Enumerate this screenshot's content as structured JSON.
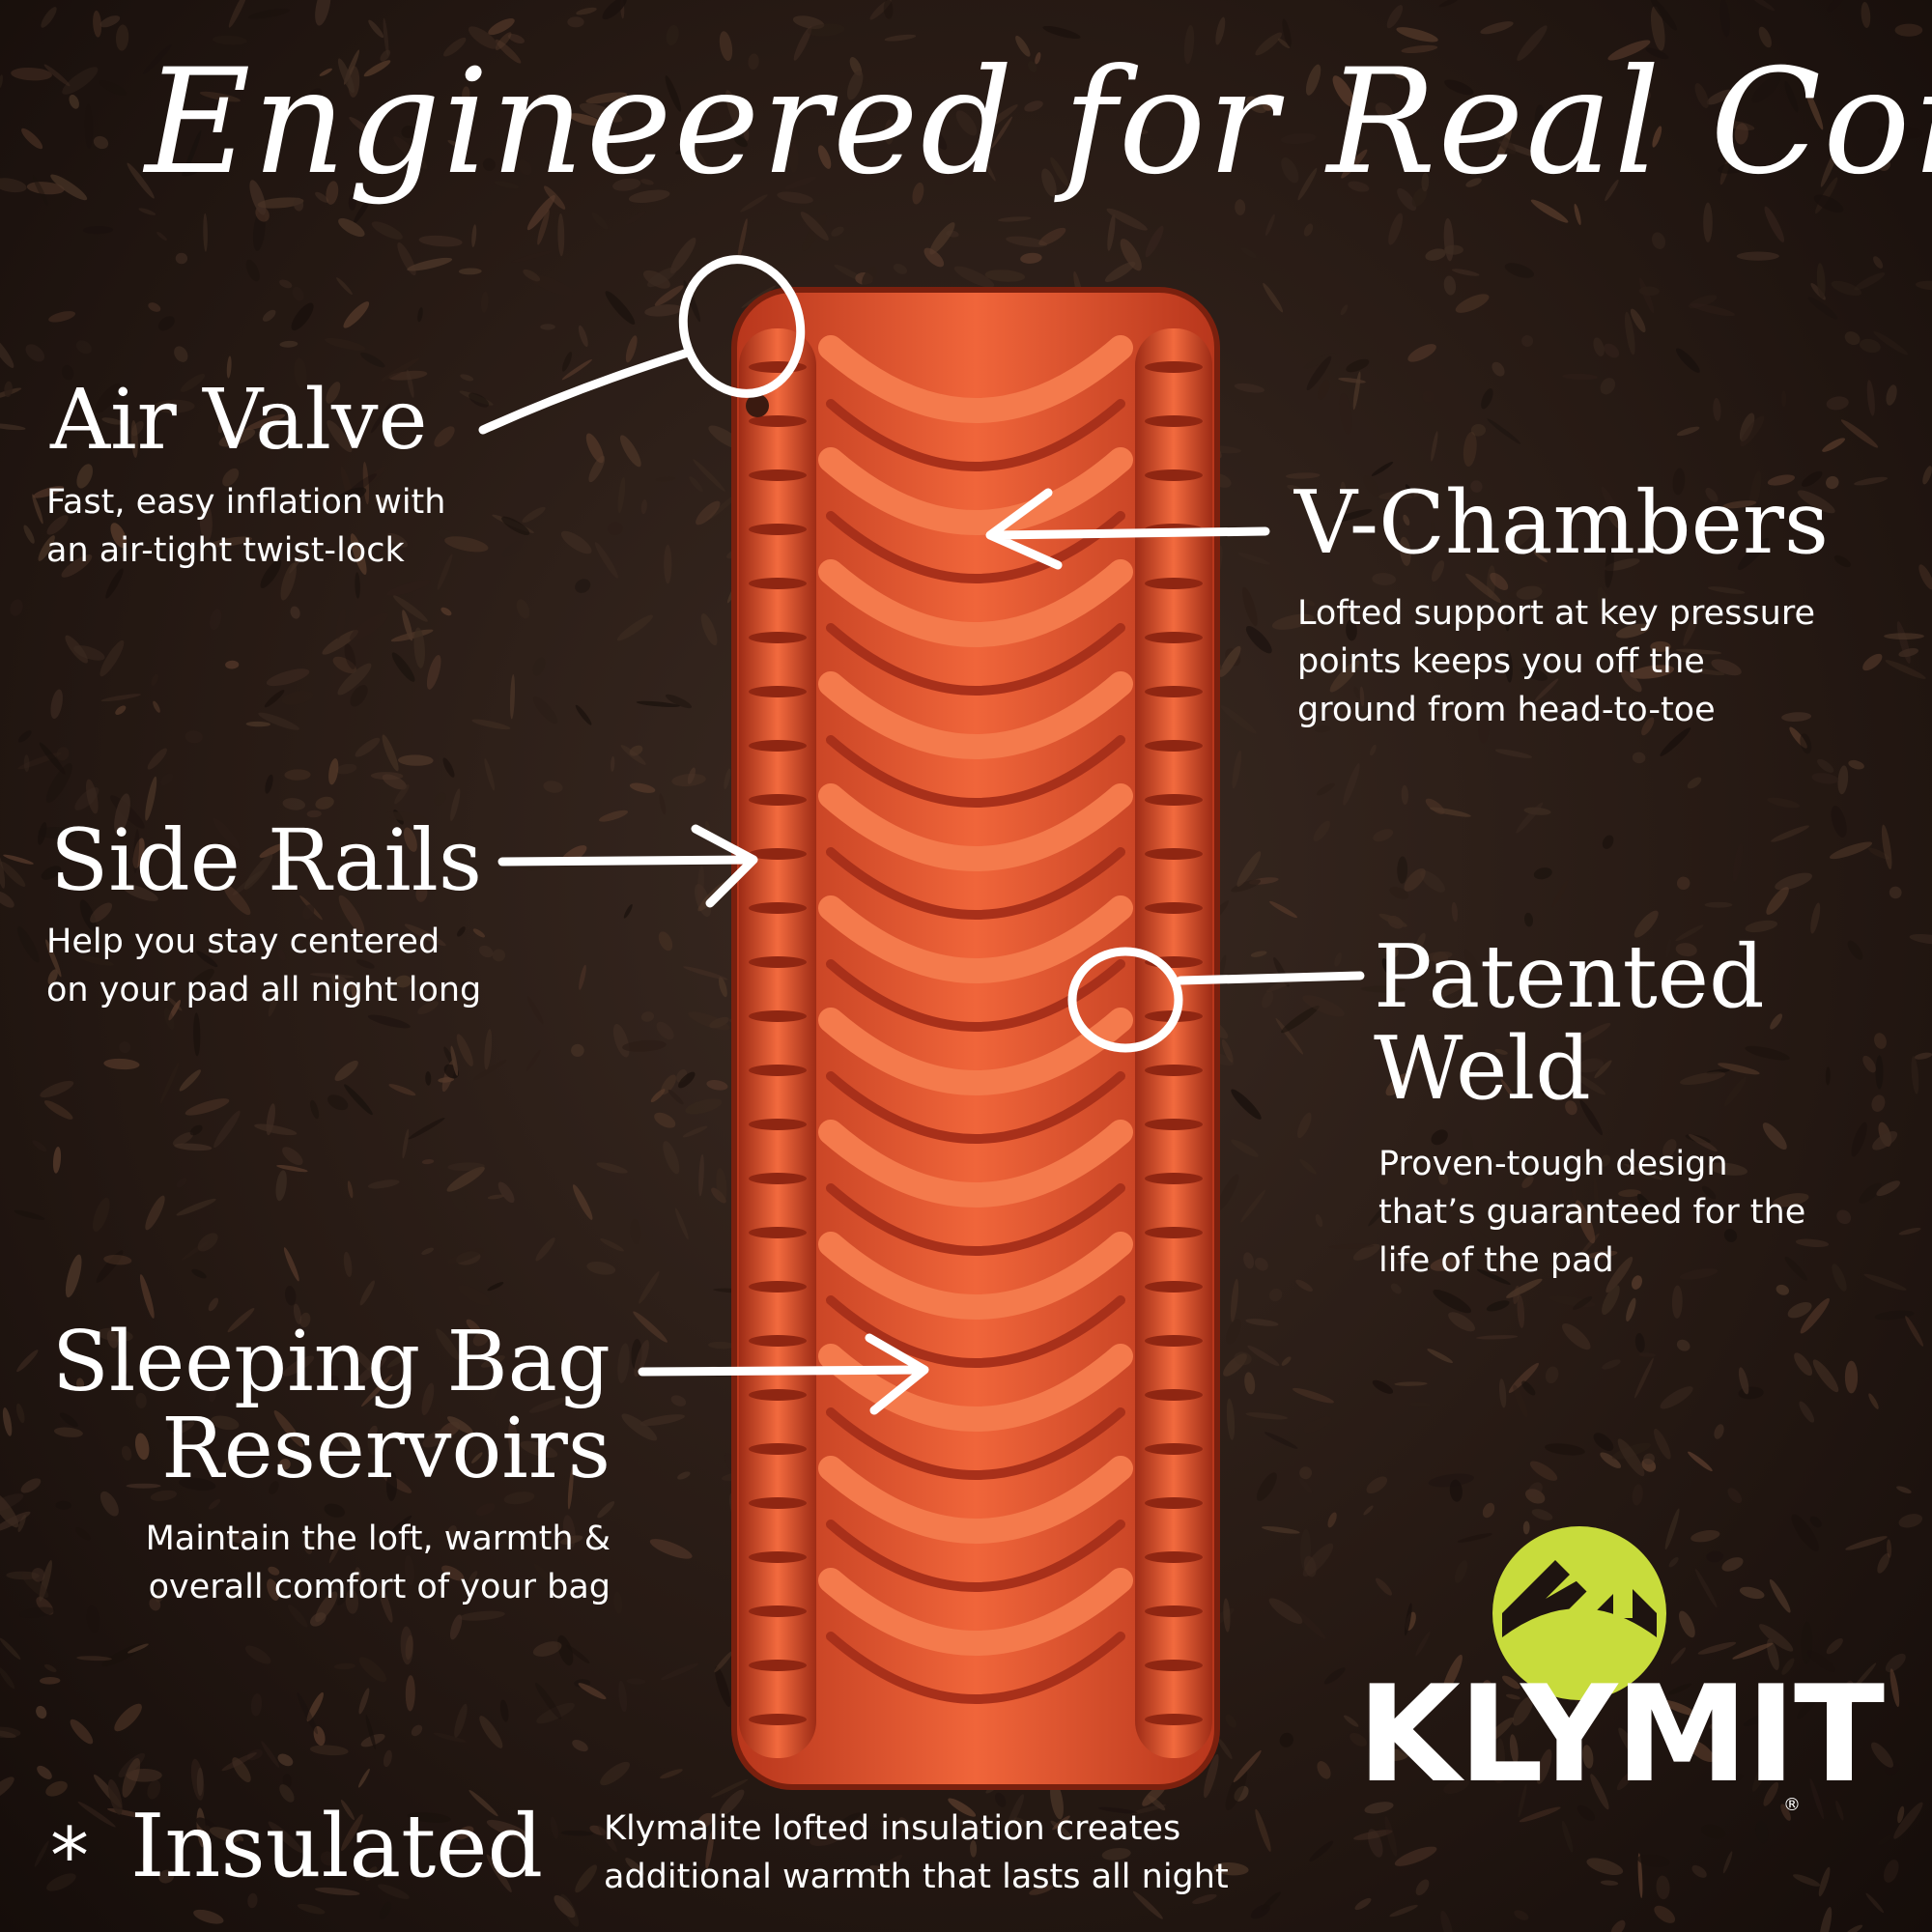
{
  "title": "Engineered for Real Comfort",
  "features": {
    "air_valve": {
      "heading": "Air Valve",
      "desc_line1": "Fast, easy inflation with",
      "desc_line2": "an air-tight twist-lock"
    },
    "v_chambers": {
      "heading": "V-Chambers",
      "desc_line1": "Lofted support at key pressure",
      "desc_line2": "points keeps you off the",
      "desc_line3": "ground from head-to-toe"
    },
    "side_rails": {
      "heading": "Side Rails",
      "desc_line1": "Help you stay centered",
      "desc_line2": "on your pad all night long"
    },
    "patented_weld": {
      "heading_line1": "Patented",
      "heading_line2": "Weld",
      "desc_line1": "Proven-tough design",
      "desc_line2": "that’s guaranteed for the",
      "desc_line3": "life of the pad"
    },
    "sleeping_bag_reservoirs": {
      "heading_line1": "Sleeping Bag",
      "heading_line2": "Reservoirs",
      "desc_line1": "Maintain the loft, warmth &",
      "desc_line2": "overall comfort of your bag"
    },
    "insulated": {
      "marker": "*",
      "heading": "Insulated",
      "desc_line1": "Klymalite lofted insulation creates",
      "desc_line2": "additional warmth that lasts all night"
    }
  },
  "brand": {
    "name": "KLYMIT",
    "registered": "®"
  },
  "colors": {
    "pad_orange": "#e4542e",
    "logo_green": "#c8dc3c",
    "background": "#2a1c16",
    "text": "#ffffff"
  }
}
